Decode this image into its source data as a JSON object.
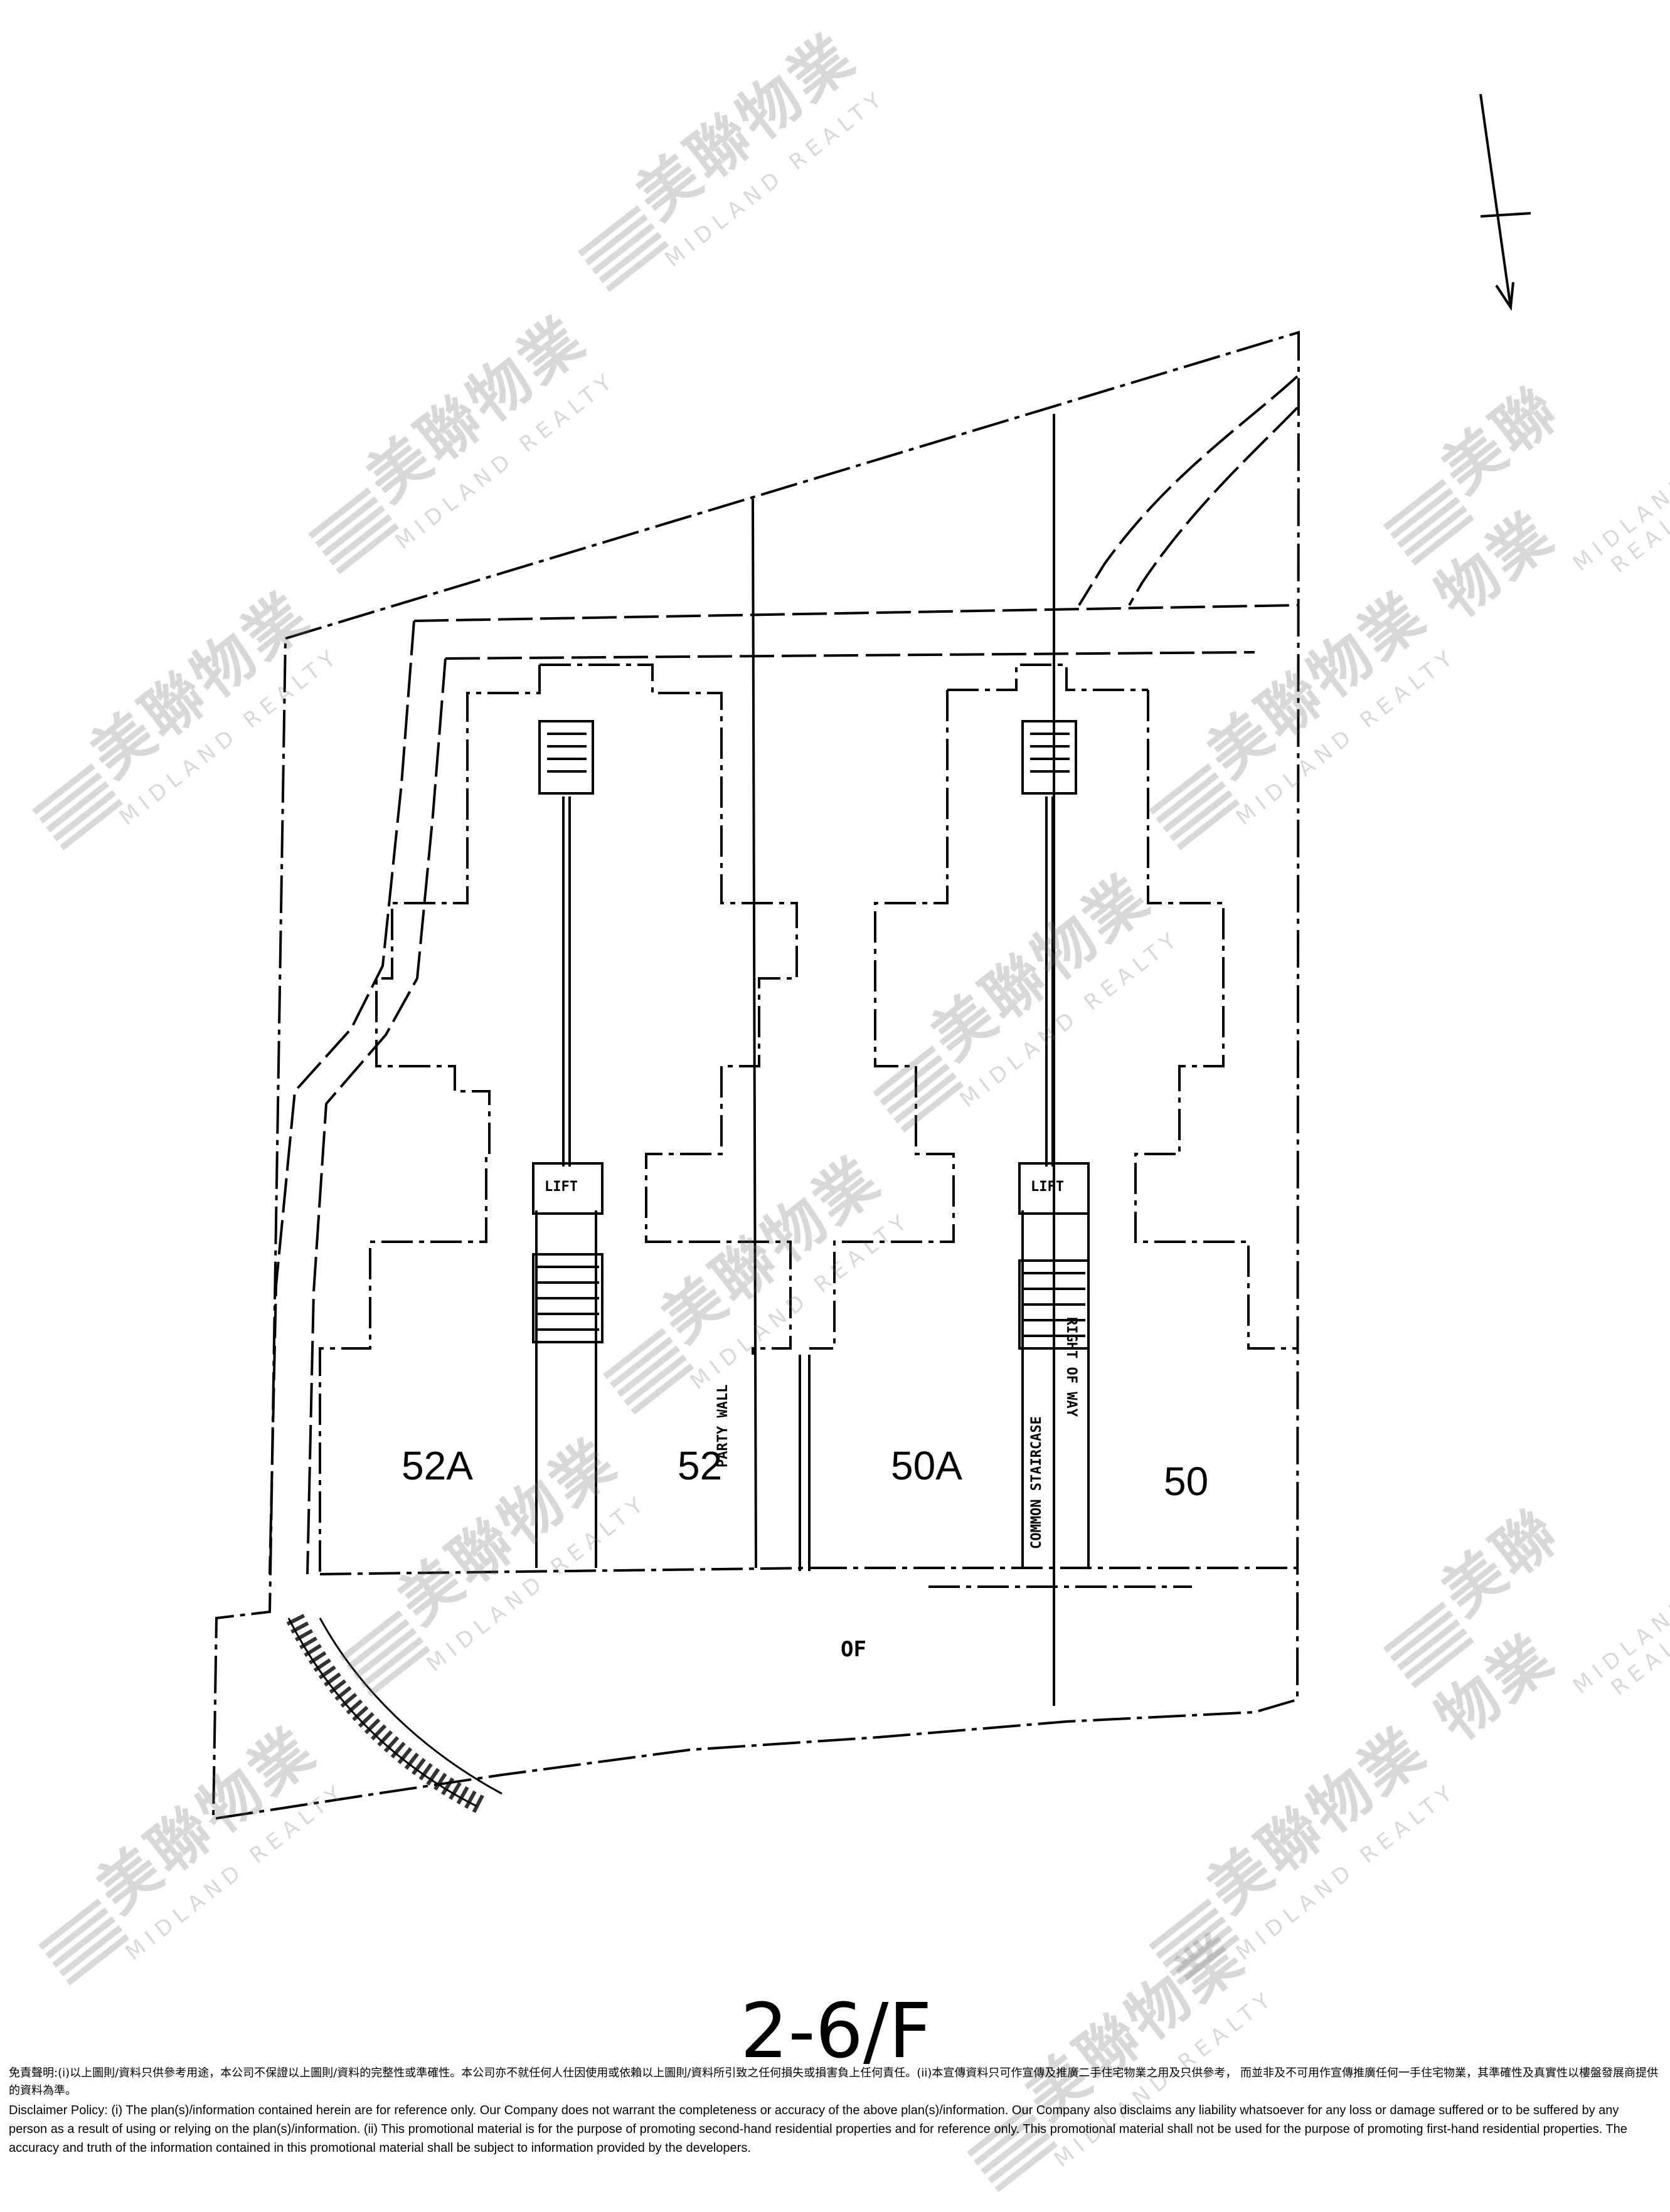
{
  "floor_label": "2-6/F",
  "units": [
    {
      "id": "u52a",
      "label": "52A"
    },
    {
      "id": "u52",
      "label": "52"
    },
    {
      "id": "u50a",
      "label": "50A"
    },
    {
      "id": "u50",
      "label": "50"
    }
  ],
  "lift_labels": [
    "LIFT",
    "LIFT"
  ],
  "annotations": {
    "party_wall": "PARTY WALL",
    "common_staircase": "COMMON STAIRCASE",
    "right_of_way": "RIGHT OF WAY",
    "of": "OF"
  },
  "watermark": {
    "chinese": "美聯物業",
    "english": "MIDLAND REALTY"
  },
  "disclaimer": {
    "chinese": "免責聲明:(i)以上圖則/資料只供參考用途，本公司不保證以上圖則/資料的完整性或準確性。本公司亦不就任何人仕因使用或依賴以上圖則/資料所引致之任何損失或損害負上任何責任。(ii)本宣傳資料只可作宣傳及推廣二手住宅物業之用及只供參考， 而並非及不可用作宣傳推廣任何一手住宅物業，其準確性及真實性以樓盤發展商提供的資料為準。",
    "english": "Disclaimer Policy: (i) The plan(s)/information contained herein are for reference only. Our Company does not warrant the completeness or accuracy of the above plan(s)/information. Our Company also disclaims any liability whatsoever for any loss or damage suffered or to be suffered by any person as a result of using or relying on the plan(s)/information. (ii) This promotional material is for the purpose of promoting second-hand residential properties and for reference only. This promotional material shall not be used for the purpose of promoting first-hand residential properties. The accuracy and truth of the information contained in this promotional material shall be subject to information provided by the developers."
  }
}
